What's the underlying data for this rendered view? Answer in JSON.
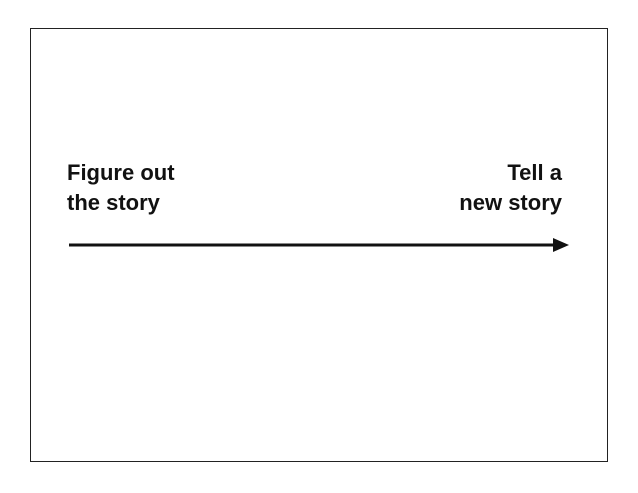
{
  "diagram": {
    "left_label": {
      "line1": "Figure out",
      "line2": "the story"
    },
    "right_label": {
      "line1": "Tell a",
      "line2": "new story"
    },
    "arrow": {
      "direction": "left-to-right",
      "color": "#111111"
    }
  }
}
